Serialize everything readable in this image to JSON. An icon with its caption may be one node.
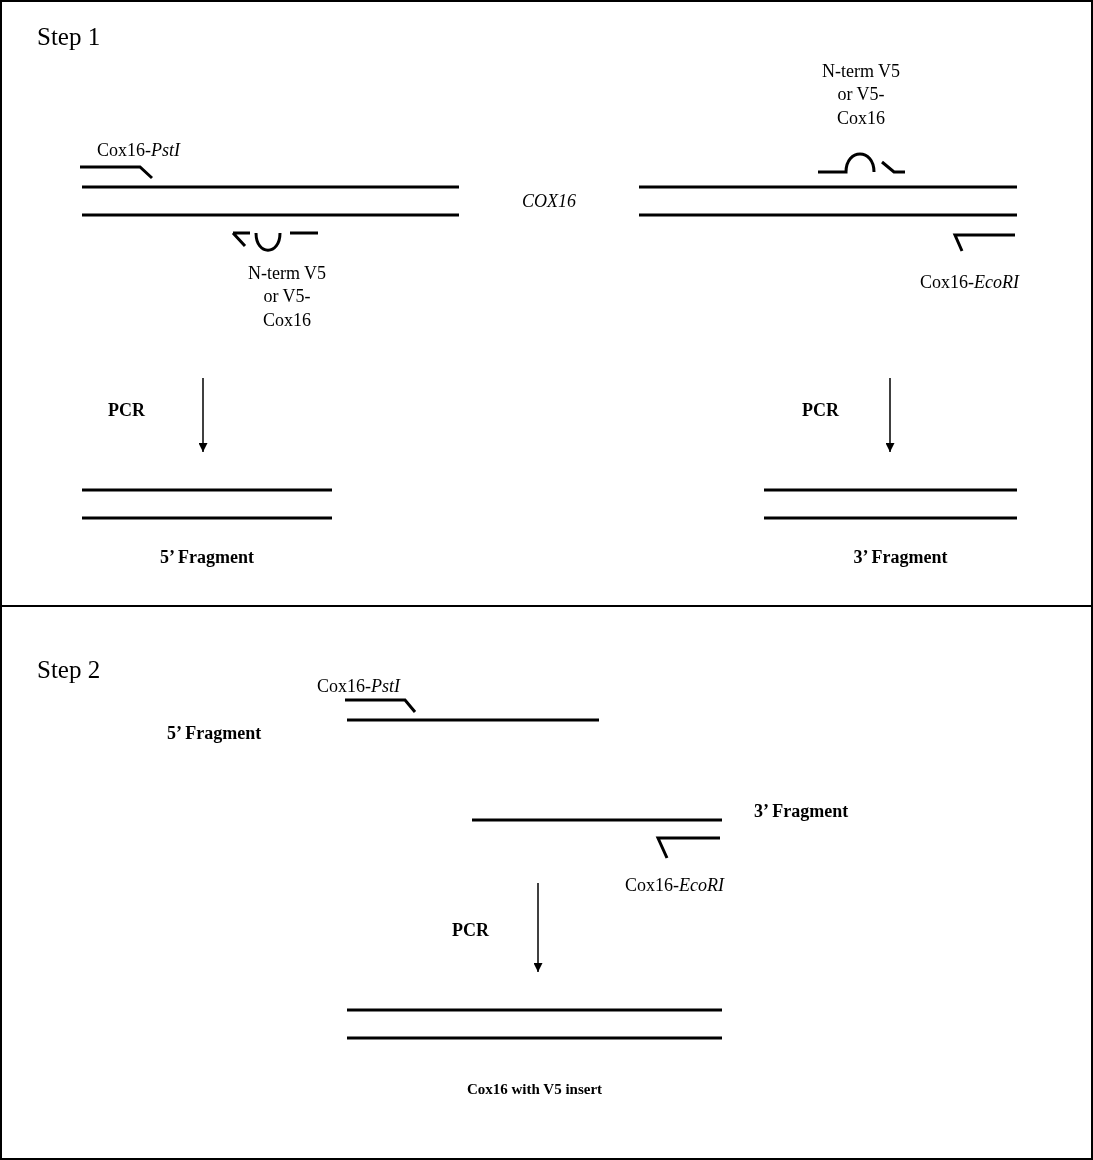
{
  "diagram": {
    "nodes": [
      {
        "text": [
          "Step 1"
        ]
      },
      {
        "text": [
          "COX16"
        ],
        "in": 0
      },
      {
        "text": [
          "5’ Fragment"
        ],
        "in": 0
      },
      {
        "text": [
          "3’ Fragment"
        ],
        "in": 0
      },
      {
        "text": [
          "Step 2"
        ]
      },
      {
        "text": [
          "5’ Fragment"
        ],
        "in": 4
      },
      {
        "text": [
          "3’ Fragment"
        ],
        "in": 4
      },
      {
        "text": [
          "Cox16 with V5 insert"
        ],
        "in": 4
      }
    ],
    "edges": [
      {
        "from": null,
        "to": 2,
        "arrow": "to",
        "label": "PCR"
      },
      {
        "from": null,
        "to": 3,
        "arrow": "to",
        "label": "PCR"
      },
      {
        "from": null,
        "to": 7,
        "arrow": "to",
        "label": "PCR"
      }
    ],
    "labels": [
      "Cox16-*PstI*",
      "N-term V5 or V5-Cox16",
      "N-term V5 or V5-Cox16",
      "Cox16-*EcoRI*",
      "Cox16-*PstI*",
      "Cox16-*EcoRI*"
    ]
  }
}
